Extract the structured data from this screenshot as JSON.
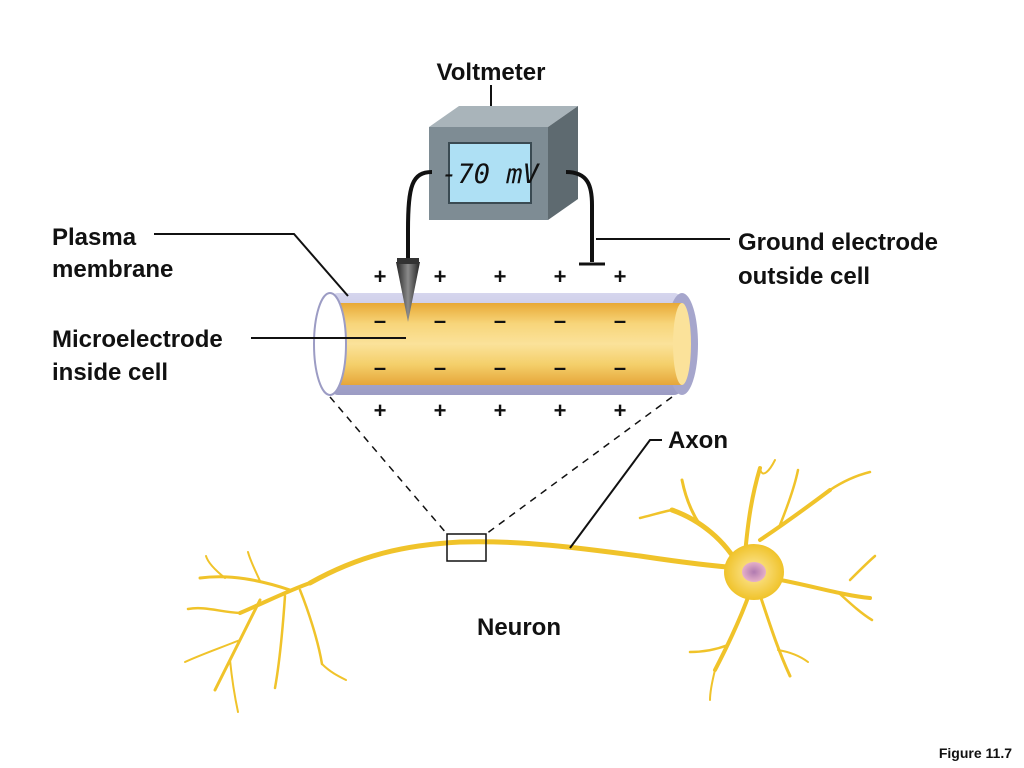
{
  "labels": {
    "voltmeter": "Voltmeter",
    "reading": "-70 mV",
    "plasma_line1": "Plasma",
    "plasma_line2": "membrane",
    "micro_line1": "Microelectrode",
    "micro_line2": "inside cell",
    "ground_line1": "Ground electrode",
    "ground_line2": "outside cell",
    "axon": "Axon",
    "neuron": "Neuron",
    "figure": "Figure 11.7"
  },
  "charges": {
    "outside": "+",
    "inside": "–"
  },
  "colors": {
    "axoplasm": "#f2c14e",
    "membrane": "#b8b8d8",
    "neuron": "#f0c32a",
    "voltmeter_body": "#7e8c94",
    "lcd_screen": "#aee0f4"
  }
}
